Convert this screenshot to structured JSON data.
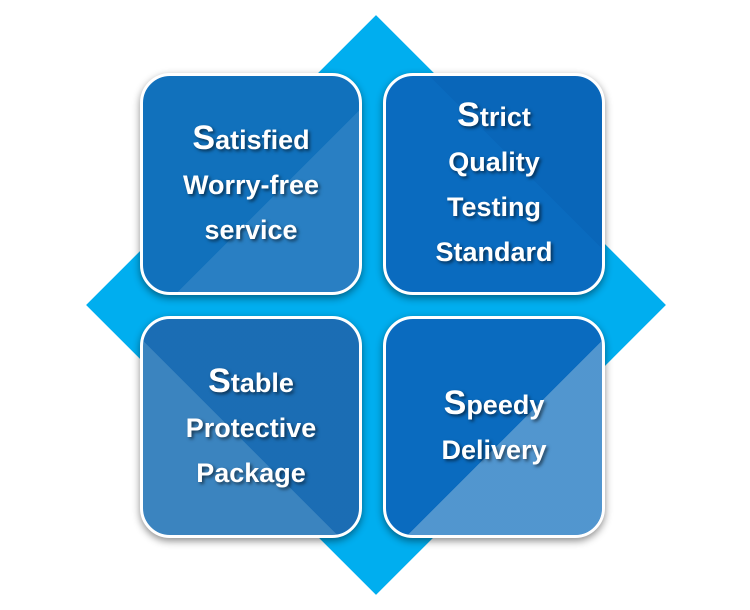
{
  "diagram": {
    "colors": {
      "diamond": "#00aeef",
      "tile_border": "#ffffff",
      "tile_top_left": "#1171bc",
      "tile_top_right": "#0a6bbf",
      "tile_bottom_left": "#3b84bf",
      "tile_bottom_right": "#0a6bbf",
      "text": "#ffffff"
    },
    "tiles": [
      {
        "position": "top-left",
        "first_letter": "S",
        "first_rest": "atisfied",
        "lines": [
          "Worry-free",
          "service"
        ]
      },
      {
        "position": "top-right",
        "first_letter": "S",
        "first_rest": "trict",
        "lines": [
          "Quality",
          "Testing",
          "Standard"
        ]
      },
      {
        "position": "bottom-left",
        "first_letter": "S",
        "first_rest": "table",
        "lines": [
          "Protective",
          "Package"
        ]
      },
      {
        "position": "bottom-right",
        "first_letter": "S",
        "first_rest": "peedy",
        "lines": [
          "Delivery"
        ]
      }
    ]
  }
}
